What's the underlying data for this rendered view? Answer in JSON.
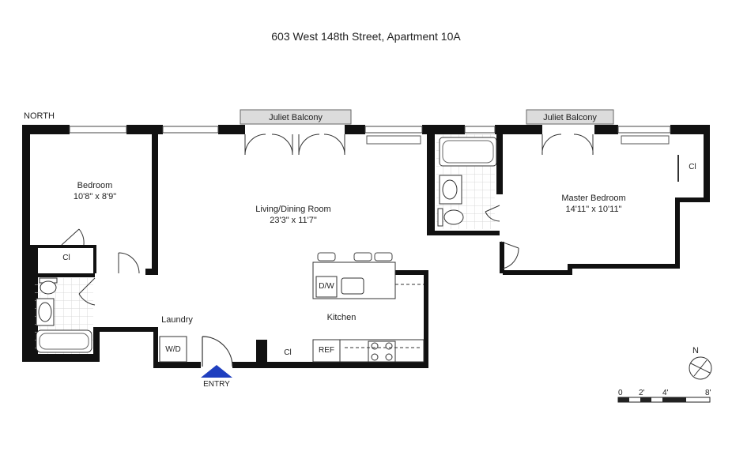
{
  "title": "603 West 148th Street, Apartment 10A",
  "north_label": "NORTH",
  "rooms": {
    "bedroom": {
      "name": "Bedroom",
      "dims": "10'8\" x 8'9\""
    },
    "living": {
      "name": "Living/Dining Room",
      "dims": "23'3\" x 11'7\""
    },
    "master": {
      "name": "Master Bedroom",
      "dims": "14'11\" x 10'11\""
    },
    "laundry": {
      "name": "Laundry"
    },
    "kitchen": {
      "name": "Kitchen"
    }
  },
  "balconies": [
    "Juliet Balcony",
    "Juliet Balcony"
  ],
  "fixtures": {
    "closet": "Cl",
    "washer_dryer": "W/D",
    "dishwasher": "D/W",
    "fridge": "REF"
  },
  "entry_label": "ENTRY",
  "compass_label": "N",
  "scale": {
    "ticks": [
      "0",
      "2'",
      "4'",
      "8'"
    ]
  },
  "colors": {
    "wall": "#111111",
    "balcony_fill": "#dcdcdc",
    "entry_arrow": "#1f3fbf",
    "tile": "#d8d8d8"
  }
}
